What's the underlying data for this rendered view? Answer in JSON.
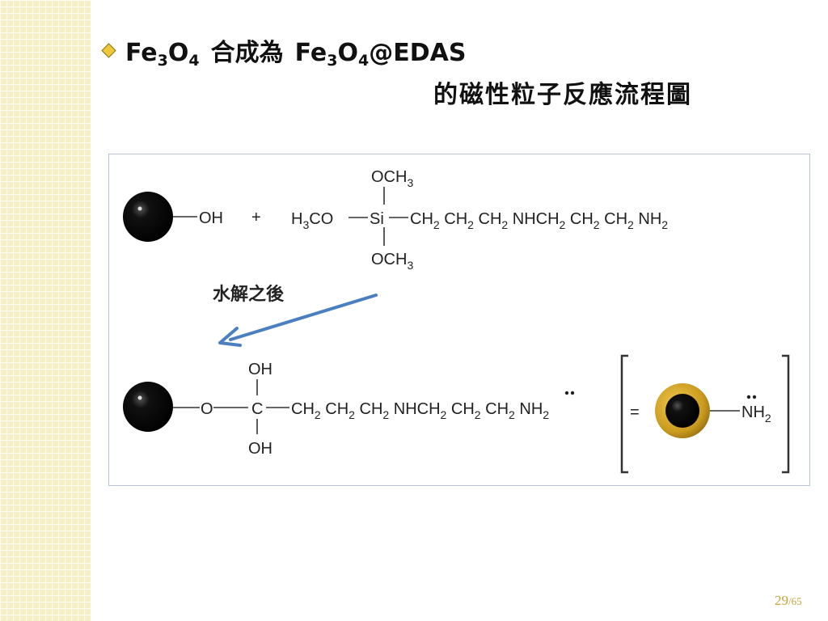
{
  "slide": {
    "title_line1_prefix": "Fe",
    "title_sub1": "3",
    "title_o1": "O",
    "title_sub2": "4",
    "title_mid": "合成為",
    "title_fe2": "Fe",
    "title_sub3": "3",
    "title_o2": "O",
    "title_sub4": "4",
    "title_suffix": "@EDAS",
    "title_line2": "的磁性粒子反應流程圖",
    "page_current": "29",
    "page_total": "/65"
  },
  "figure": {
    "reactant_oh": "OH",
    "plus": "+",
    "och3_top": "OCH",
    "sub_3": "3",
    "h3co_h": "H",
    "h3co_co": "CO",
    "si": "Si",
    "chain_ch2": "CH",
    "sub_2": "2",
    "chain_nh": "NHCH",
    "chain_nh2": "NH",
    "och3_bottom": "OCH",
    "hydrolysis_label": "水解之後",
    "oh_top": "OH",
    "o_link": "O",
    "c_center": "C",
    "oh_bottom": "OH",
    "equals": "=",
    "colors": {
      "arrow": "#4a7fc1",
      "particle": "#111111",
      "shell": "#c99a1e",
      "frame": "#b8c4da"
    }
  }
}
